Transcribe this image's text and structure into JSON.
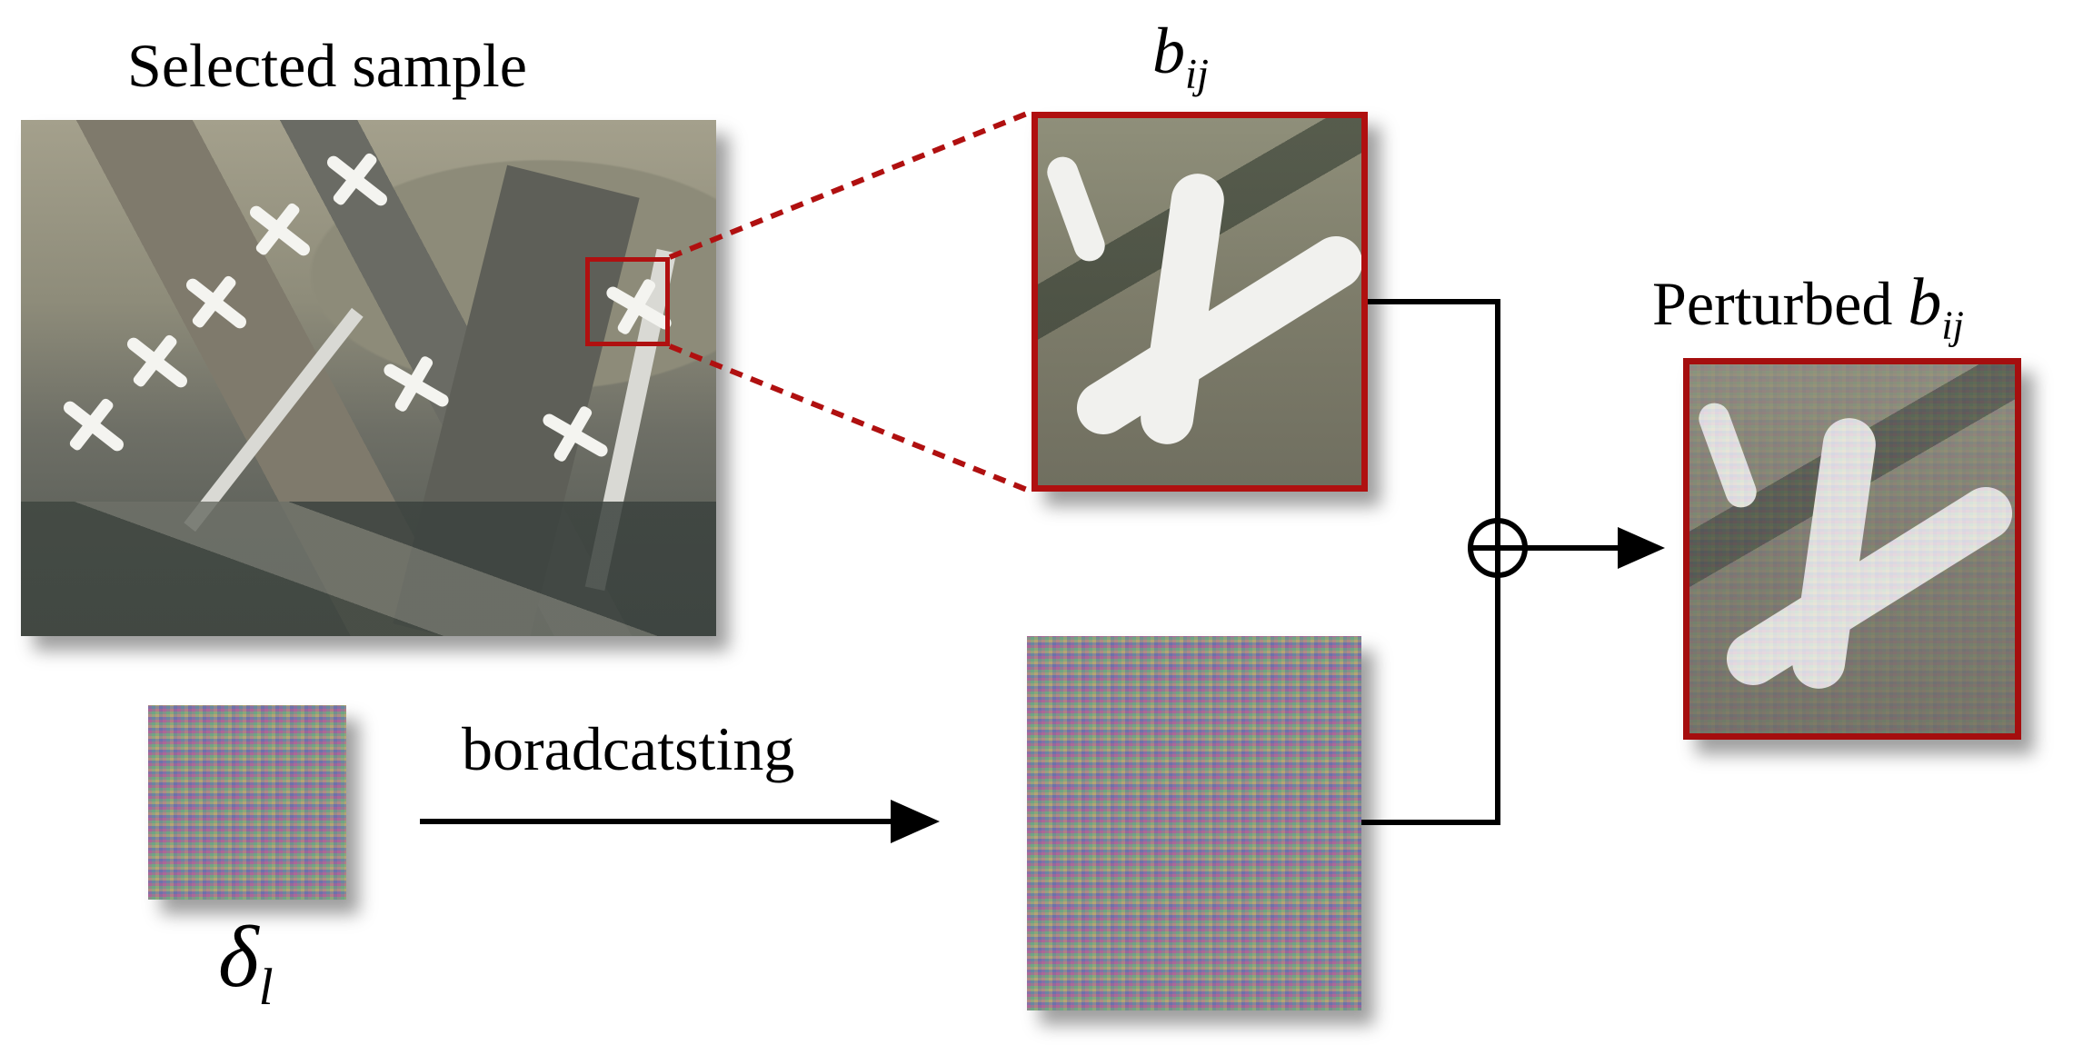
{
  "labels": {
    "selected_sample": "Selected sample",
    "b_base": "b",
    "b_sub": "ij",
    "perturbed_prefix": "Perturbed ",
    "perturbed_b_base": "b",
    "perturbed_b_sub": "ij",
    "delta_base": "δ",
    "delta_sub": "l",
    "broadcasting": "boradcatsting"
  },
  "operator_symbol": "circle-plus",
  "colors": {
    "frame": "#b01010",
    "arrow": "#000000",
    "background": "#ffffff"
  }
}
